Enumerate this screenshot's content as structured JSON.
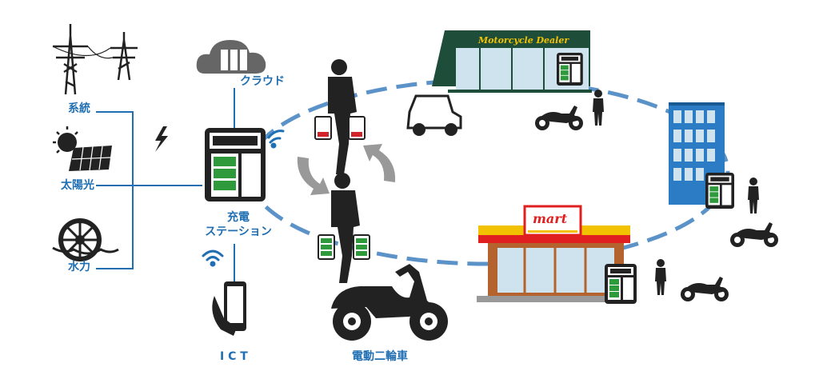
{
  "sources": {
    "grid_label": "系統",
    "solar_label": "太陽光",
    "hydro_label": "水力"
  },
  "cloud_label": "クラウド",
  "station_label_line1": "充電",
  "station_label_line2": "ステーション",
  "ict_label": "I C T",
  "scooter_label": "電動二輪車",
  "dealer_sign": "Motorcycle Dealer",
  "mart_sign": "mart",
  "colors": {
    "label_blue": "#1f6fb2",
    "ring_blue": "#5b93c9",
    "battery_green": "#2f9a3b",
    "battery_red": "#d2232a",
    "dealer_sign_green": "#1e4d3a",
    "mart_red": "#e02020",
    "mart_yellow": "#f2c200",
    "building_blue": "#2b7cc4"
  },
  "icons": [
    "power-tower-icon",
    "solar-panel-icon",
    "water-wheel-icon",
    "lightning-icon",
    "cloud-server-icon",
    "wifi-icon",
    "smartphone-icon",
    "charging-station-icon",
    "scooter-icon",
    "person-icon",
    "battery-icon",
    "storefront-icon",
    "office-building-icon",
    "cycle-arrows-icon",
    "utility-vehicle-icon"
  ]
}
